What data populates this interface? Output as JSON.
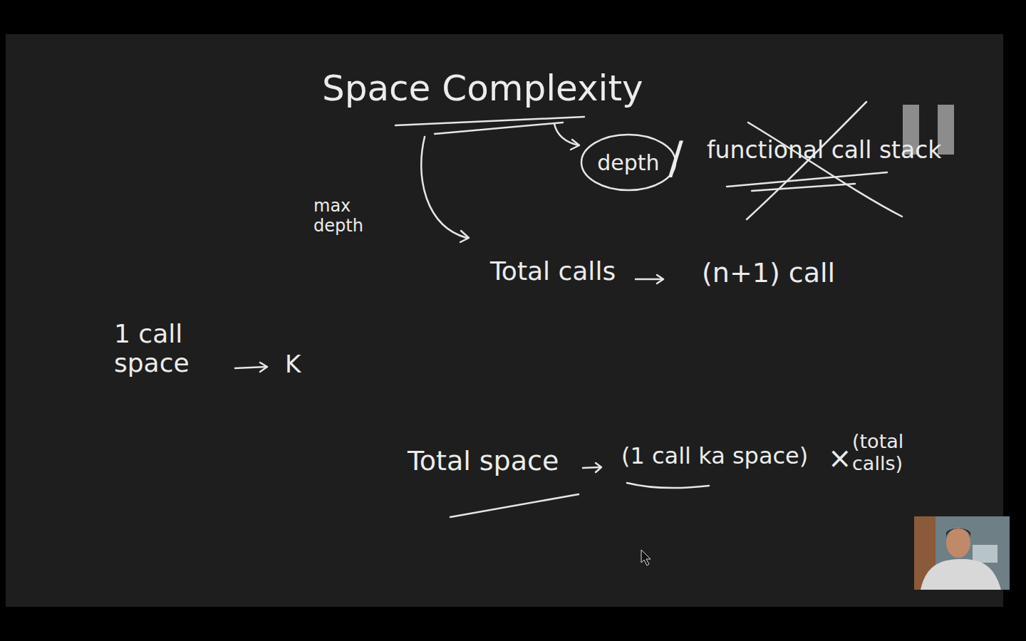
{
  "diagram": {
    "title": "Space Complexity",
    "nodes": [
      {
        "text": [
          "depth"
        ]
      }
    ],
    "labels": [
      "/",
      "functional call stack",
      "max depth",
      "Total calls",
      "(n+1) call",
      "1 call space",
      "K",
      "Total space",
      "(1 call ka space)",
      "×",
      "(total calls)"
    ]
  }
}
